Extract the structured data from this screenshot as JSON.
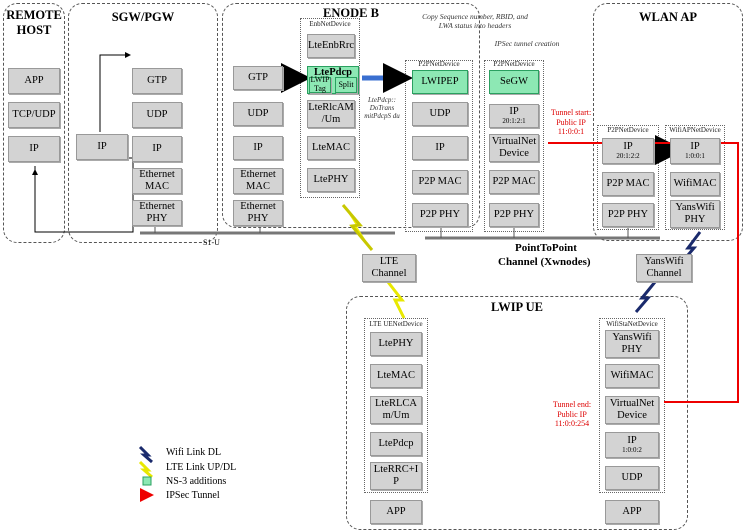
{
  "regions": {
    "remote_host": "REMOTE HOST",
    "sgw_pgw": "SGW/PGW",
    "enode_b": "ENODE B",
    "wlan_ap": "WLAN AP",
    "lwip_ue": "LWIP UE"
  },
  "device_labels": {
    "enb_net_device": "EnbNetDevice",
    "p2p_net_device_1": "P2PNetDevice",
    "p2p_net_device_2": "P2PNetDevice",
    "p2p_net_device_3": "P2PNetDevice",
    "wifi_ap_net_device": "WifiAPNetDevice",
    "lte_ue_net_device": "LTE UENetDevice",
    "wifi_sta_net_device": "WifiStaNetDevice"
  },
  "remote_host": {
    "app": "APP",
    "tcp_udp": "TCP/UDP",
    "ip": "IP"
  },
  "sgw": {
    "gtp": "GTP",
    "udp": "UDP",
    "ip": "IP",
    "eth_mac": "Ethernet MAC",
    "eth_phy": "Ethernet PHY",
    "ip_left": "IP"
  },
  "enb": {
    "gtp": "GTP",
    "udp": "UDP",
    "ip": "IP",
    "eth_mac": "Ethernet MAC",
    "eth_phy": "Ethernet PHY",
    "lte_enb_rrc": "LteEnbRrc",
    "lte_pdcp": "LtePdcp",
    "lwip_tag": "LWIP Tag",
    "split": "Split",
    "lte_rlc": "LteRlcAM /Um",
    "lte_mac": "LteMAC",
    "lte_phy": "LtePHY",
    "lwipep": "LWIPEP",
    "udp2": "UDP",
    "ip2": "IP",
    "p2p_mac": "P2P MAC",
    "p2p_phy": "P2P PHY"
  },
  "segw": {
    "segw": "SeGW",
    "ip": "IP",
    "ip_addr": "20:1:2:1",
    "vnd": "VirtualNet Device",
    "p2p_mac": "P2P MAC",
    "p2p_phy": "P2P PHY"
  },
  "wlan_ap": {
    "ip1": "IP",
    "ip1_addr": "20:1:2:2",
    "p2p_mac": "P2P MAC",
    "p2p_phy": "P2P PHY",
    "ip2": "IP",
    "ip2_addr": "1:0:0:1",
    "wifi_mac": "WifiMAC",
    "yans_phy": "YansWifi PHY"
  },
  "ue": {
    "lte_phy": "LtePHY",
    "lte_mac": "LteMAC",
    "lte_rlc": "LteRLCA m/Um",
    "lte_pdcp": "LtePdcp",
    "lte_rrc": "LteRRC+I P",
    "app": "APP",
    "yans_phy": "YansWifi PHY",
    "wifi_mac": "WifiMAC",
    "vnd": "VirtualNet Device",
    "ip": "IP",
    "ip_addr": "1:0:0:2",
    "udp": "UDP",
    "app2": "APP"
  },
  "channels": {
    "lte": "LTE Channel",
    "wifi": "YansWifi Channel",
    "p2p_1": "PointToPoint",
    "p2p_2": "Channel (Xwnodes)",
    "s1u": "S1-U"
  },
  "notes": {
    "copy_seq": "Copy Sequence number, RBID, and LWA status into headers",
    "ipsec": "IPSec tunnel creation",
    "pdcp_func": "LtePdcp:: DoTrans mitPdcpS du"
  },
  "tunnel": {
    "start_1": "Tunnel start:",
    "start_2": "Public IP",
    "start_3": "11:0:0:1",
    "end_1": "Tunnel end:",
    "end_2": "Public IP",
    "end_3": "11:0:0:254"
  },
  "legend": {
    "wifi": "Wifi Link DL",
    "lte": "LTE Link UP/DL",
    "ns3": "NS-3 additions",
    "ipsec": "IPSec Tunnel",
    "wifi_color": "#1a2a6c",
    "lte_color": "#f0f000",
    "ns3_color": "#8de8b4",
    "ipsec_color": "#e00000"
  }
}
